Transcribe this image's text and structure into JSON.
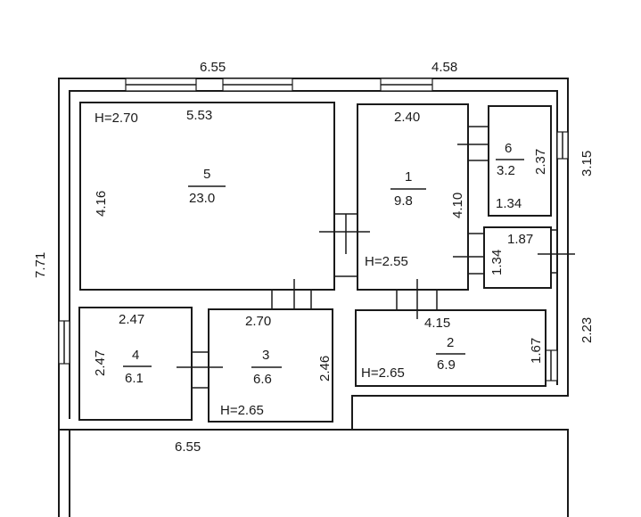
{
  "outer_dims": {
    "top_left": "6.55",
    "top_right": "4.58",
    "left": "7.71",
    "bottom": "6.55",
    "right_upper": "3.15",
    "right_lower": "2.23"
  },
  "rooms": {
    "r5": {
      "num": "5",
      "area": "23.0",
      "height": "H=2.70",
      "top": "5.53",
      "side": "4.16"
    },
    "r1": {
      "num": "1",
      "area": "9.8",
      "top": "2.40",
      "side": "4.10",
      "height": "H=2.55"
    },
    "r6": {
      "num": "6",
      "area": "3.2",
      "side": "2.37",
      "bottom": "1.34"
    },
    "rs": {
      "top": "1.87",
      "side": "1.34"
    },
    "r4": {
      "num": "4",
      "area": "6.1",
      "top": "2.47",
      "side": "2.47"
    },
    "r3": {
      "num": "3",
      "area": "6.6",
      "top": "2.70",
      "side": "2.46",
      "height": "H=2.65"
    },
    "r2": {
      "num": "2",
      "area": "6.9",
      "top": "4.15",
      "side": "1.67",
      "height": "H=2.65"
    }
  }
}
